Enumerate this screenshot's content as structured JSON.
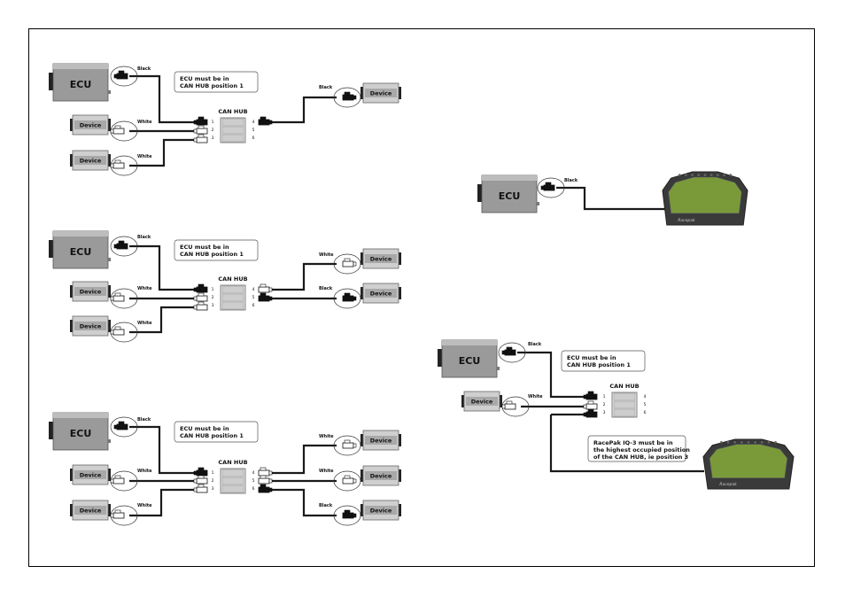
{
  "labels": {
    "ecu": "ECU",
    "device": "Device",
    "can_hub": "CAN HUB",
    "black": "Black",
    "white": "White",
    "ports": [
      "1",
      "2",
      "3",
      "4",
      "5",
      "6"
    ],
    "brand": "Racepak"
  },
  "notes": {
    "ecu_position": [
      "ECU  must be in",
      "CAN HUB position 1"
    ],
    "racepak_position": [
      "RacePak IQ-3 must be in",
      "the highest occupied position",
      "of the CAN HUB, ie position 3"
    ]
  },
  "colors": {
    "wire": "#1a1a1a",
    "box_fill": "#cfcfcf",
    "box_dark": "#9a9a9a",
    "dash_screen": "#7a9a3a",
    "dash_body": "#3a3a3a"
  }
}
